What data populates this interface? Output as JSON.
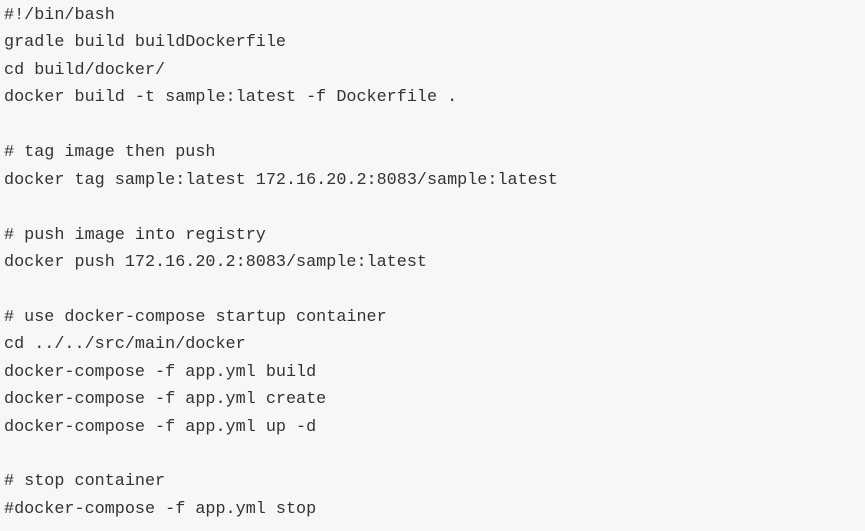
{
  "code_lines": [
    "#!/bin/bash",
    "gradle build buildDockerfile",
    "cd build/docker/",
    "docker build -t sample:latest -f Dockerfile .",
    "",
    "# tag image then push",
    "docker tag sample:latest 172.16.20.2:8083/sample:latest",
    "",
    "# push image into registry",
    "docker push 172.16.20.2:8083/sample:latest",
    "",
    "# use docker-compose startup container",
    "cd ../../src/main/docker",
    "docker-compose -f app.yml build",
    "docker-compose -f app.yml create",
    "docker-compose -f app.yml up -d",
    "",
    "# stop container",
    "#docker-compose -f app.yml stop"
  ]
}
